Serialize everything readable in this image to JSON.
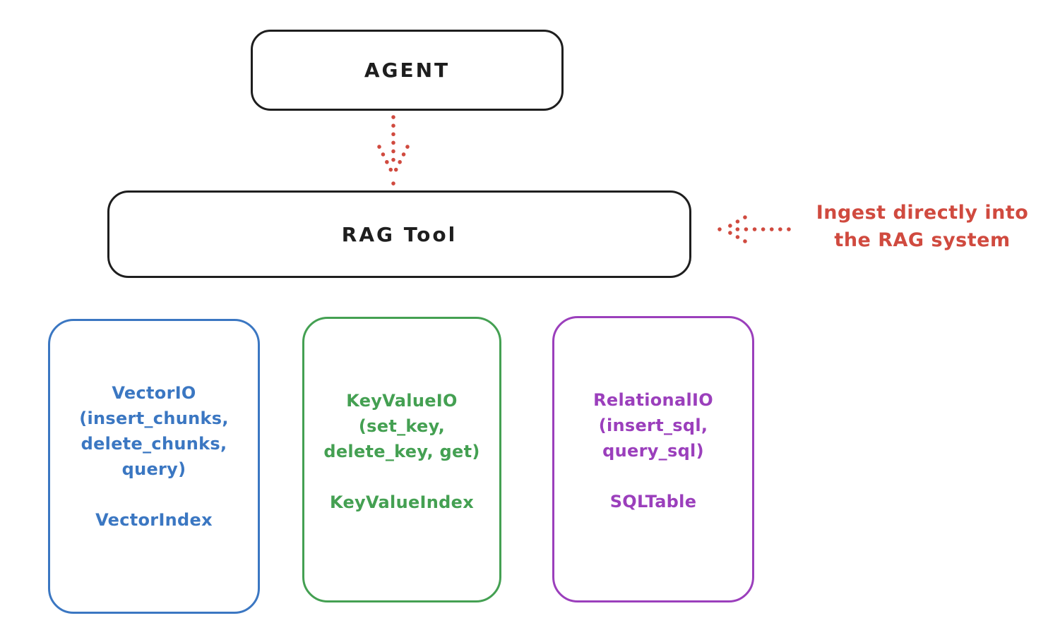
{
  "agent_box": {
    "label": "AGENT"
  },
  "rag_tool_box": {
    "label": "RAG Tool"
  },
  "ingest_annotation": {
    "text": "Ingest directly into\nthe RAG system",
    "color": "#d04a3f"
  },
  "arrows": {
    "agent_to_rag_color": "#d04a3f",
    "ingest_to_rag_color": "#d04a3f"
  },
  "storage_boxes": [
    {
      "id": "vector",
      "interface": "VectorIO\n(insert_chunks,\ndelete_chunks,\nquery)",
      "index": "VectorIndex",
      "color": "#3b77c2"
    },
    {
      "id": "keyvalue",
      "interface": "KeyValueIO\n(set_key,\ndelete_key, get)",
      "index": "KeyValueIndex",
      "color": "#44a052"
    },
    {
      "id": "relational",
      "interface": "RelationalIO\n(insert_sql,\nquery_sql)",
      "index": "SQLTable",
      "color": "#9b3fbc"
    }
  ],
  "colors": {
    "outline": "#1e1e1e",
    "red": "#d04a3f",
    "blue": "#3b77c2",
    "green": "#44a052",
    "purple": "#9b3fbc",
    "background": "#ffffff"
  }
}
